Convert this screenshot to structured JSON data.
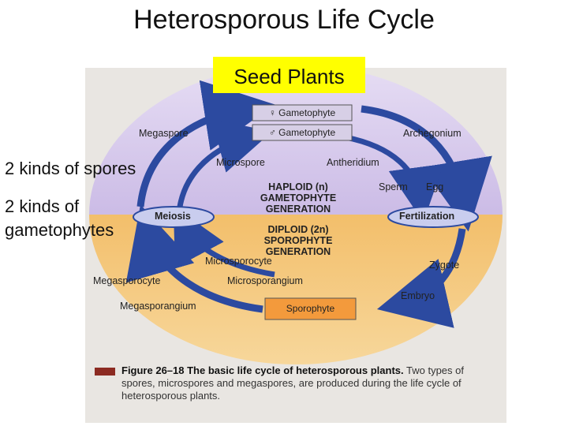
{
  "title": "Heterosporous Life Cycle",
  "badge": "Seed Plants",
  "side_notes": [
    "2 kinds of spores",
    "2 kinds of gametophytes"
  ],
  "figure": {
    "female_gametophyte": "♀ Gametophyte",
    "male_gametophyte": "♂ Gametophyte",
    "labels": {
      "megaspore": "Megaspore",
      "archegonium": "Archegonium",
      "microspore": "Microspore",
      "antheridium": "Antheridium",
      "sperm": "Sperm",
      "egg": "Egg",
      "meiosis": "Meiosis",
      "fertilization": "Fertilization",
      "microsporocyte": "Microsporocyte",
      "zygote": "Zygote",
      "megasporocyte": "Megasporocyte",
      "microsporangium": "Microsporangium",
      "embryo": "Embryo",
      "megasporangium": "Megasporangium",
      "sporophyte": "Sporophyte"
    },
    "haploid": [
      "HAPLOID (n)",
      "GAMETOPHYTE",
      "GENERATION"
    ],
    "diploid": [
      "DIPLOID (2n)",
      "SPOROPHYTE",
      "GENERATION"
    ],
    "caption_head": "Figure 26–18  The basic life cycle of heterosporous plants.",
    "caption_body": "Two types of spores, microspores and megaspores, are produced during the life cycle of heterosporous plants."
  },
  "colors": {
    "haploid": "#b9a6dc",
    "diploid": "#f0b24a",
    "arrow": "#2c4aa0",
    "badge": "#ffff00",
    "sporophyte_box": "#f39a3c",
    "caption_marker": "#8c2b22"
  }
}
